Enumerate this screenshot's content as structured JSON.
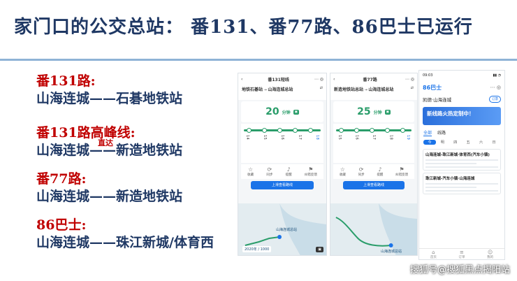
{
  "title": "家门口的公交总站： 番131、番77路、86巴士已运行",
  "routes": [
    {
      "name": "番131路:",
      "path": "山海连城——石碁地铁站"
    },
    {
      "name": "番131路高峰线:",
      "path": "山海连城——新造地铁站",
      "tag": "直达"
    },
    {
      "name": "番77路:",
      "path": "山海连城——新造地铁站"
    },
    {
      "name": "86巴士:",
      "path": "山海连城——珠江新城/体育西"
    }
  ],
  "phone1": {
    "title": "番131短线",
    "from": "地铁石碁站",
    "to": "山海连城总站",
    "eta": "20",
    "eta_unit": "分钟",
    "stops": [
      "14",
      "15",
      "16",
      "17",
      "18"
    ],
    "go": "上滑查看路线",
    "map_label": "2020年 / 1000",
    "map_stop": "山海连城总站"
  },
  "phone2": {
    "title": "番77路",
    "from": "新造地铁站总站",
    "to": "山海连城总站",
    "eta": "25",
    "eta_unit": "分钟",
    "stops": [
      "15",
      "16",
      "17",
      "18",
      "19"
    ],
    "go": "上滑查看路线",
    "map_stop": "山海连城总站"
  },
  "phone3": {
    "time": "09:03",
    "logo": "86巴士",
    "route": "凯德·山海连城",
    "pill": "订票",
    "banner_title": "新线路火热定制中！",
    "tabs": [
      "全部",
      "线路"
    ],
    "days": [
      "今",
      "明",
      "四",
      "五",
      "六",
      "日"
    ],
    "card1": "山海连城-珠江新城·体育西(汽车小镇)",
    "card2": "珠江新城-汽车小镇·山海连城",
    "tabbar": [
      "首页",
      "订单",
      "我的"
    ]
  },
  "acts": [
    "收藏",
    "同步",
    "提醒",
    "纠错反馈"
  ],
  "watermark": "搜狐号@搜狐黑点揭阳站"
}
